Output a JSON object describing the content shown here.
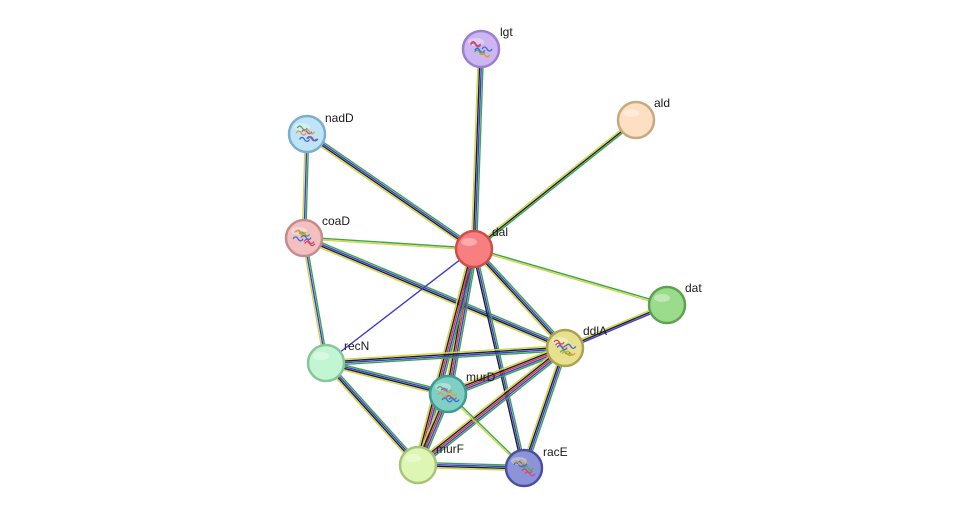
{
  "network": {
    "nodes": [
      {
        "id": "lgt",
        "label": "lgt",
        "fill": "#cdb6f2",
        "stroke": "#9a7fd0",
        "has_structure": true
      },
      {
        "id": "ald",
        "label": "ald",
        "fill": "#fde0c2",
        "stroke": "#c8a882",
        "has_structure": false
      },
      {
        "id": "nadD",
        "label": "nadD",
        "fill": "#bfe3f7",
        "stroke": "#7eaecd",
        "has_structure": true
      },
      {
        "id": "coaD",
        "label": "coaD",
        "fill": "#f2c0c0",
        "stroke": "#c98a8a",
        "has_structure": true
      },
      {
        "id": "dal",
        "label": "dal",
        "fill": "#f77f7f",
        "stroke": "#d24b4b",
        "has_structure": false
      },
      {
        "id": "dat",
        "label": "dat",
        "fill": "#9bdc8c",
        "stroke": "#5ea24f",
        "has_structure": false
      },
      {
        "id": "ddlA",
        "label": "ddlA",
        "fill": "#e6e08f",
        "stroke": "#aaa452",
        "has_structure": true
      },
      {
        "id": "recN",
        "label": "recN",
        "fill": "#c2f5d2",
        "stroke": "#86c69a",
        "has_structure": false
      },
      {
        "id": "murD",
        "label": "murD",
        "fill": "#7fcfc5",
        "stroke": "#3f9a8f",
        "has_structure": true
      },
      {
        "id": "murF",
        "label": "murF",
        "fill": "#def6b4",
        "stroke": "#a7c47b",
        "has_structure": false
      },
      {
        "id": "racE",
        "label": "racE",
        "fill": "#8d93d8",
        "stroke": "#4a509e",
        "has_structure": true
      }
    ],
    "edges": [
      {
        "source": "lgt",
        "target": "dal",
        "evidence": [
          "#3aa64a",
          "#3b3bd6",
          "#1e1e1e",
          "#cfd64a"
        ]
      },
      {
        "source": "ald",
        "target": "dal",
        "evidence": [
          "#3aa64a",
          "#1e1e1e",
          "#cfd64a"
        ]
      },
      {
        "source": "nadD",
        "target": "dal",
        "evidence": [
          "#3aa64a",
          "#3b3bd6",
          "#1e1e1e",
          "#cfd64a"
        ]
      },
      {
        "source": "nadD",
        "target": "coaD",
        "evidence": [
          "#3aa64a",
          "#3b3bd6",
          "#cfd64a"
        ]
      },
      {
        "source": "coaD",
        "target": "dal",
        "evidence": [
          "#3aa64a",
          "#cfd64a"
        ]
      },
      {
        "source": "coaD",
        "target": "ddlA",
        "evidence": [
          "#3aa64a",
          "#3b3bd6",
          "#1e1e1e",
          "#cfd64a"
        ]
      },
      {
        "source": "coaD",
        "target": "recN",
        "evidence": [
          "#3aa64a",
          "#3b3bd6",
          "#cfd64a"
        ]
      },
      {
        "source": "dal",
        "target": "dat",
        "evidence": [
          "#3aa64a",
          "#cfd64a"
        ]
      },
      {
        "source": "dal",
        "target": "ddlA",
        "evidence": [
          "#3aa64a",
          "#3b3bd6",
          "#1e1e1e",
          "#cfd64a"
        ]
      },
      {
        "source": "dal",
        "target": "recN",
        "evidence": [
          "#3b3bd6"
        ]
      },
      {
        "source": "dal",
        "target": "murD",
        "evidence": [
          "#3aa64a",
          "#3b3bd6",
          "#d63a3a",
          "#1e1e1e",
          "#cfd64a"
        ]
      },
      {
        "source": "dal",
        "target": "murF",
        "evidence": [
          "#3aa64a",
          "#3b3bd6",
          "#d63a3a",
          "#1e1e1e",
          "#cfd64a"
        ]
      },
      {
        "source": "dal",
        "target": "racE",
        "evidence": [
          "#3aa64a",
          "#3b3bd6",
          "#1e1e1e"
        ]
      },
      {
        "source": "dat",
        "target": "ddlA",
        "evidence": [
          "#3b3bd6",
          "#1e1e1e",
          "#cfd64a"
        ]
      },
      {
        "source": "ddlA",
        "target": "recN",
        "evidence": [
          "#3aa64a",
          "#3b3bd6",
          "#1e1e1e",
          "#cfd64a"
        ]
      },
      {
        "source": "ddlA",
        "target": "murD",
        "evidence": [
          "#3aa64a",
          "#3b3bd6",
          "#d63a3a",
          "#1e1e1e",
          "#cfd64a"
        ]
      },
      {
        "source": "ddlA",
        "target": "murF",
        "evidence": [
          "#3aa64a",
          "#3b3bd6",
          "#d63a3a",
          "#1e1e1e",
          "#cfd64a"
        ]
      },
      {
        "source": "ddlA",
        "target": "racE",
        "evidence": [
          "#3aa64a",
          "#3b3bd6",
          "#1e1e1e",
          "#cfd64a"
        ]
      },
      {
        "source": "recN",
        "target": "murD",
        "evidence": [
          "#3aa64a",
          "#3b3bd6",
          "#1e1e1e",
          "#cfd64a"
        ]
      },
      {
        "source": "recN",
        "target": "murF",
        "evidence": [
          "#3aa64a",
          "#3b3bd6",
          "#1e1e1e",
          "#cfd64a"
        ]
      },
      {
        "source": "murD",
        "target": "murF",
        "evidence": [
          "#3aa64a",
          "#3b3bd6",
          "#d63a3a",
          "#1e1e1e",
          "#cfd64a"
        ]
      },
      {
        "source": "murD",
        "target": "racE",
        "evidence": [
          "#3aa64a",
          "#cfd64a"
        ]
      },
      {
        "source": "murF",
        "target": "racE",
        "evidence": [
          "#3aa64a",
          "#3b3bd6",
          "#1e1e1e",
          "#cfd64a"
        ]
      }
    ]
  }
}
